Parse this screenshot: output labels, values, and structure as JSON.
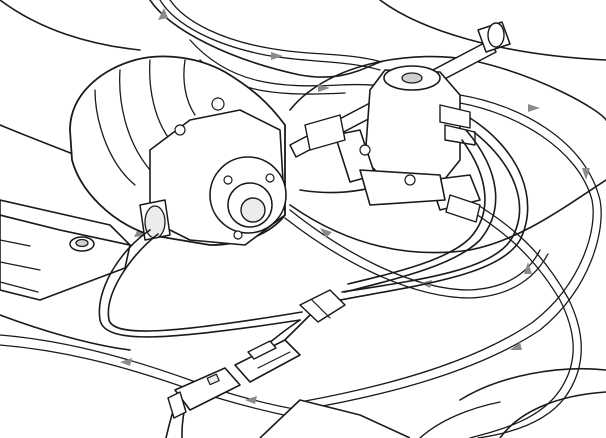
{
  "diagram": {
    "components": [
      {
        "id": "pump-motor",
        "kind": "pump"
      },
      {
        "id": "solenoid-valve",
        "kind": "valve"
      },
      {
        "id": "battery",
        "kind": "battery"
      },
      {
        "id": "connector-male",
        "kind": "connector"
      },
      {
        "id": "connector-female",
        "kind": "connector"
      },
      {
        "id": "wire-splice",
        "kind": "splice"
      }
    ],
    "flow_arrow_color": "#8a8a8a",
    "line_color": "#1a1a1a",
    "background": "#ffffff"
  }
}
